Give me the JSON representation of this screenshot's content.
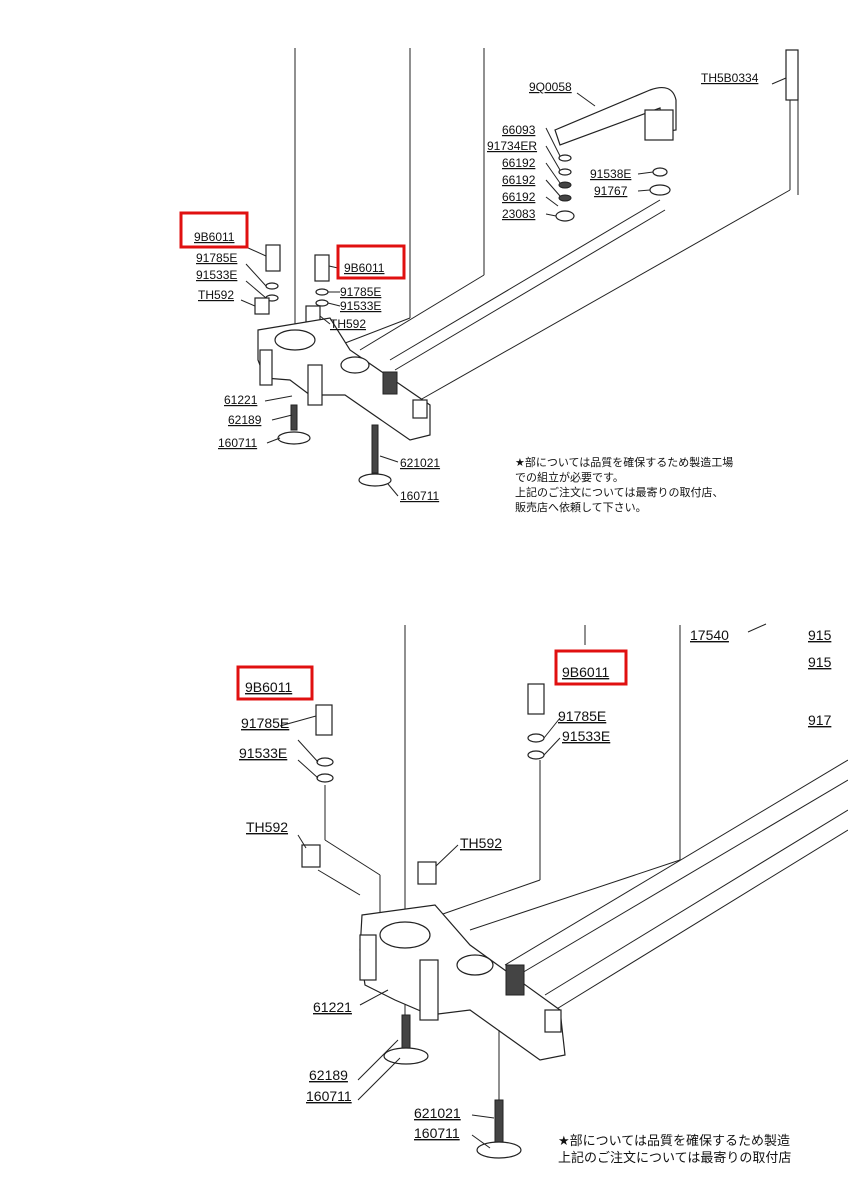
{
  "top": {
    "labels": {
      "l_9q0058": "9Q0058",
      "l_th5b0334": "TH5B0334",
      "l_66093": "66093",
      "l_91734er": "91734ER",
      "l_66192a": "66192",
      "l_66192b": "66192",
      "l_66192c": "66192",
      "l_23083": "23083",
      "l_91538e": "91538E",
      "l_91767": "91767",
      "l_9b6011a": "9B6011",
      "l_91785ea": "91785E",
      "l_91533ea": "91533E",
      "l_th592a": "TH592",
      "l_9b6011b": "9B6011",
      "l_91785eb": "91785E",
      "l_91533eb": "91533E",
      "l_th592b": "TH592",
      "l_61221": "61221",
      "l_62189": "62189",
      "l_160711a": "160711",
      "l_621021": "621021",
      "l_160711b": "160711"
    },
    "note": [
      "★部については品質を確保するため製造工場",
      "での組立が必要です。",
      "上記のご注文については最寄りの取付店、",
      "販売店へ依頼して下さい。"
    ]
  },
  "bottom": {
    "labels": {
      "l_17540": "17540",
      "l_915a": "915",
      "l_915b": "915",
      "l_917": "917",
      "l_9b6011a": "9B6011",
      "l_9b6011b": "9B6011",
      "l_91785ea": "91785E",
      "l_91533ea": "91533E",
      "l_91785eb": "91785E",
      "l_91533eb": "91533E",
      "l_th592a": "TH592",
      "l_th592b": "TH592",
      "l_61221": "61221",
      "l_62189": "62189",
      "l_160711a": "160711",
      "l_621021": "621021",
      "l_160711b": "160711"
    },
    "note": [
      "★部については品質を確保するため製造",
      "上記のご注文については最寄りの取付店"
    ]
  },
  "colors": {
    "highlight": "#e01010",
    "line": "#222222"
  }
}
